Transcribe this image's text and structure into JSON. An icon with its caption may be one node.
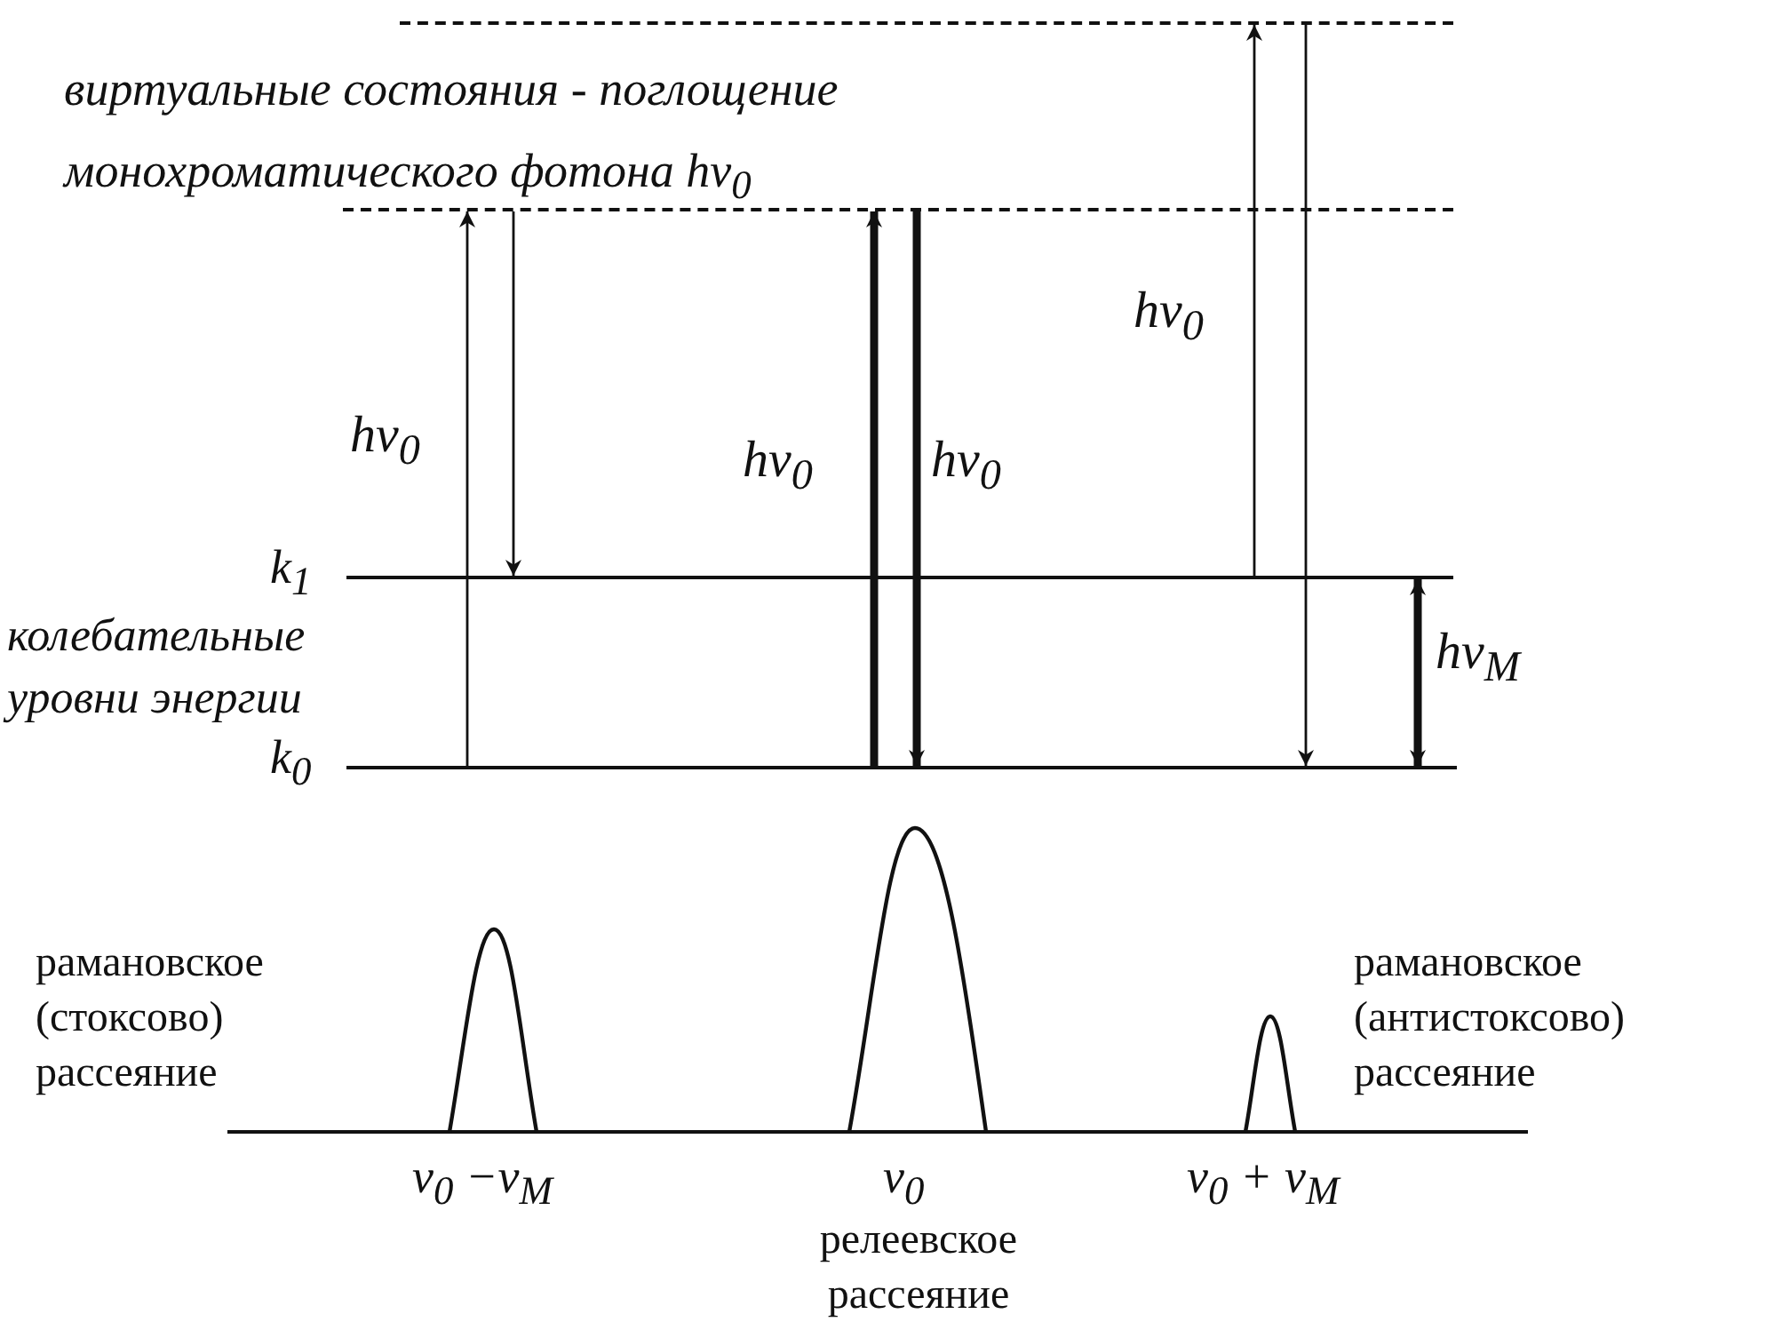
{
  "diagram": {
    "nodes": [
      {
        "text": [],
        "shape": "bar"
      },
      {
        "text": [],
        "shape": "bar"
      },
      {
        "text": [],
        "shape": "bar",
        "beside": [
          "k$_{1}$"
        ]
      },
      {
        "text": [],
        "shape": "bar",
        "beside": [
          "k$_{0}$"
        ]
      }
    ],
    "edges": [
      {
        "from": 3,
        "to": 1,
        "arrow": "to",
        "label": "hν$_{0}$"
      },
      {
        "from": 1,
        "to": 2,
        "arrow": "to"
      },
      {
        "from": 3,
        "to": 1,
        "arrow": "to",
        "label": "hν$_{0}$",
        "style": "thick"
      },
      {
        "from": 1,
        "to": 3,
        "arrow": "to",
        "label": "hν$_{0}$",
        "style": "thick"
      },
      {
        "from": 2,
        "to": 0,
        "arrow": "to",
        "label": "hν$_{0}$"
      },
      {
        "from": 0,
        "to": 3,
        "arrow": "to"
      },
      {
        "from": 2,
        "to": 3,
        "arrow": "both",
        "label": "hν$_{M}$",
        "style": "thick"
      }
    ],
    "labels": [
      "виртуальные состояния - поглощение монохроматического фотона hν$_{0}$",
      "колебательные уровни энергии",
      "рамановское (стоксово) рассеяние",
      "рамановское (антистоксово) рассеяние",
      "ν$_{0}$ −ν$_{M}$",
      "ν$_{0}$",
      "ν$_{0}$ + ν$_{M}$",
      "релеевское рассеяние"
    ]
  }
}
